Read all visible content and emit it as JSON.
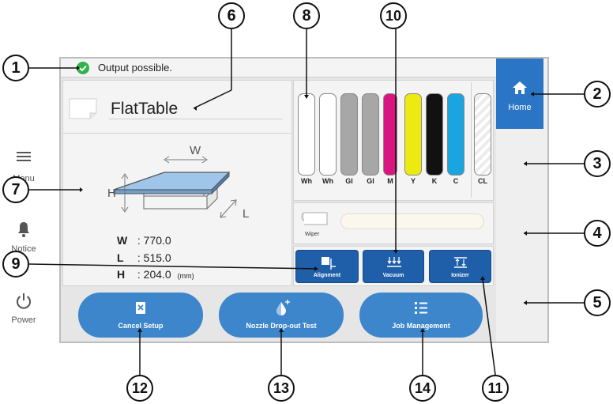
{
  "status": {
    "text": "Output possible."
  },
  "table": {
    "name": "FlatTable",
    "w_label": "W",
    "h_label": "H",
    "l_label": "L"
  },
  "dimensions": {
    "w": {
      "key": "W",
      "value": ": 770.0"
    },
    "l": {
      "key": "L",
      "value": ": 515.0"
    },
    "h": {
      "key": "H",
      "value": ": 204.0"
    },
    "unit": "(mm)"
  },
  "inks": [
    {
      "label": "Wh",
      "color": "#ffffff"
    },
    {
      "label": "Wh",
      "color": "#ffffff"
    },
    {
      "label": "Gl",
      "color": "#a7a7a7"
    },
    {
      "label": "Gl",
      "color": "#a7a7a7"
    },
    {
      "label": "M",
      "color": "#d9157f"
    },
    {
      "label": "Y",
      "color": "#ecea10"
    },
    {
      "label": "K",
      "color": "#111111"
    },
    {
      "label": "C",
      "color": "#1aa4e0"
    },
    {
      "label": "CL",
      "color": "#ffffff"
    }
  ],
  "wiper": {
    "label": "Wiper"
  },
  "controls": {
    "alignment": "Alignment",
    "vacuum": "Vacuum",
    "ionizer": "Ionizer"
  },
  "actions": {
    "cancel_setup": "Cancel Setup",
    "nozzle_test": "Nozzle Drop-out Test",
    "job_management": "Job Management"
  },
  "nav": {
    "home": "Home",
    "menu": "Menu",
    "notice": "Notice",
    "power": "Power"
  },
  "callouts": [
    "1",
    "2",
    "3",
    "4",
    "5",
    "6",
    "7",
    "8",
    "9",
    "10",
    "11",
    "12",
    "13",
    "14"
  ],
  "colors": {
    "accent": "#2a75c6",
    "button_dark": "#1f5ea8",
    "button_light": "#3d86cc",
    "status_ok": "#2fb34a"
  }
}
